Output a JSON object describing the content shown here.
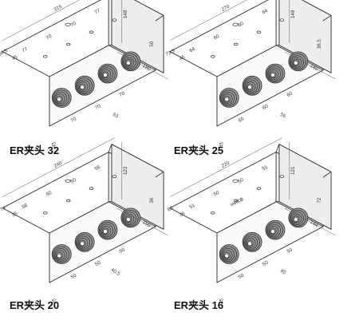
{
  "panels": [
    {
      "caption": "ER夹头 32",
      "dims": {
        "top_len": "315",
        "left_a": "86.5",
        "left_b": "45",
        "pitch": [
          "77",
          "70",
          "70",
          "77"
        ],
        "height": "148",
        "side": "50",
        "depth": "180",
        "front": [
          "70",
          "70",
          "70"
        ],
        "bottom_a": "45",
        "bottom_b": "63"
      }
    },
    {
      "caption": "ER夹头 25",
      "dims": {
        "top_len": "270",
        "left_a": "73.5",
        "left_b": "45",
        "pitch": [
          "64",
          "60",
          "60",
          "64"
        ],
        "height": "148",
        "side": "36.5",
        "depth": "146",
        "front": [
          "60",
          "60",
          "60"
        ],
        "bottom_a": "45",
        "bottom_b": "56"
      }
    },
    {
      "caption": "ER夹头 20",
      "dims": {
        "top_len": "240",
        "left_a": "74",
        "left_b": "35",
        "pitch": [
          "58",
          "50",
          "50",
          "58"
        ],
        "height": "123",
        "side": "36",
        "depth": "155",
        "front": [
          "50",
          "50",
          "50"
        ],
        "bottom_a": "35",
        "bottom_b": "40.5"
      }
    },
    {
      "caption": "ER夹头 16",
      "dims": {
        "top_len": "220",
        "left_a": "60",
        "left_b": "35",
        "pitch": [
          "51",
          "50",
          "50",
          "51"
        ],
        "height": "121",
        "side": "72",
        "depth": "144",
        "front": [
          "50",
          "50",
          "50"
        ],
        "bottom_a": "35",
        "bottom_b": "40"
      },
      "callout": "M8标准"
    }
  ],
  "colors": {
    "line": "#2a2a2a",
    "thin": "#555555",
    "dim": "#333333",
    "fill_top": "#ffffff",
    "fill_side": "#f2f2f2",
    "chuck": "#3a3a3a"
  }
}
